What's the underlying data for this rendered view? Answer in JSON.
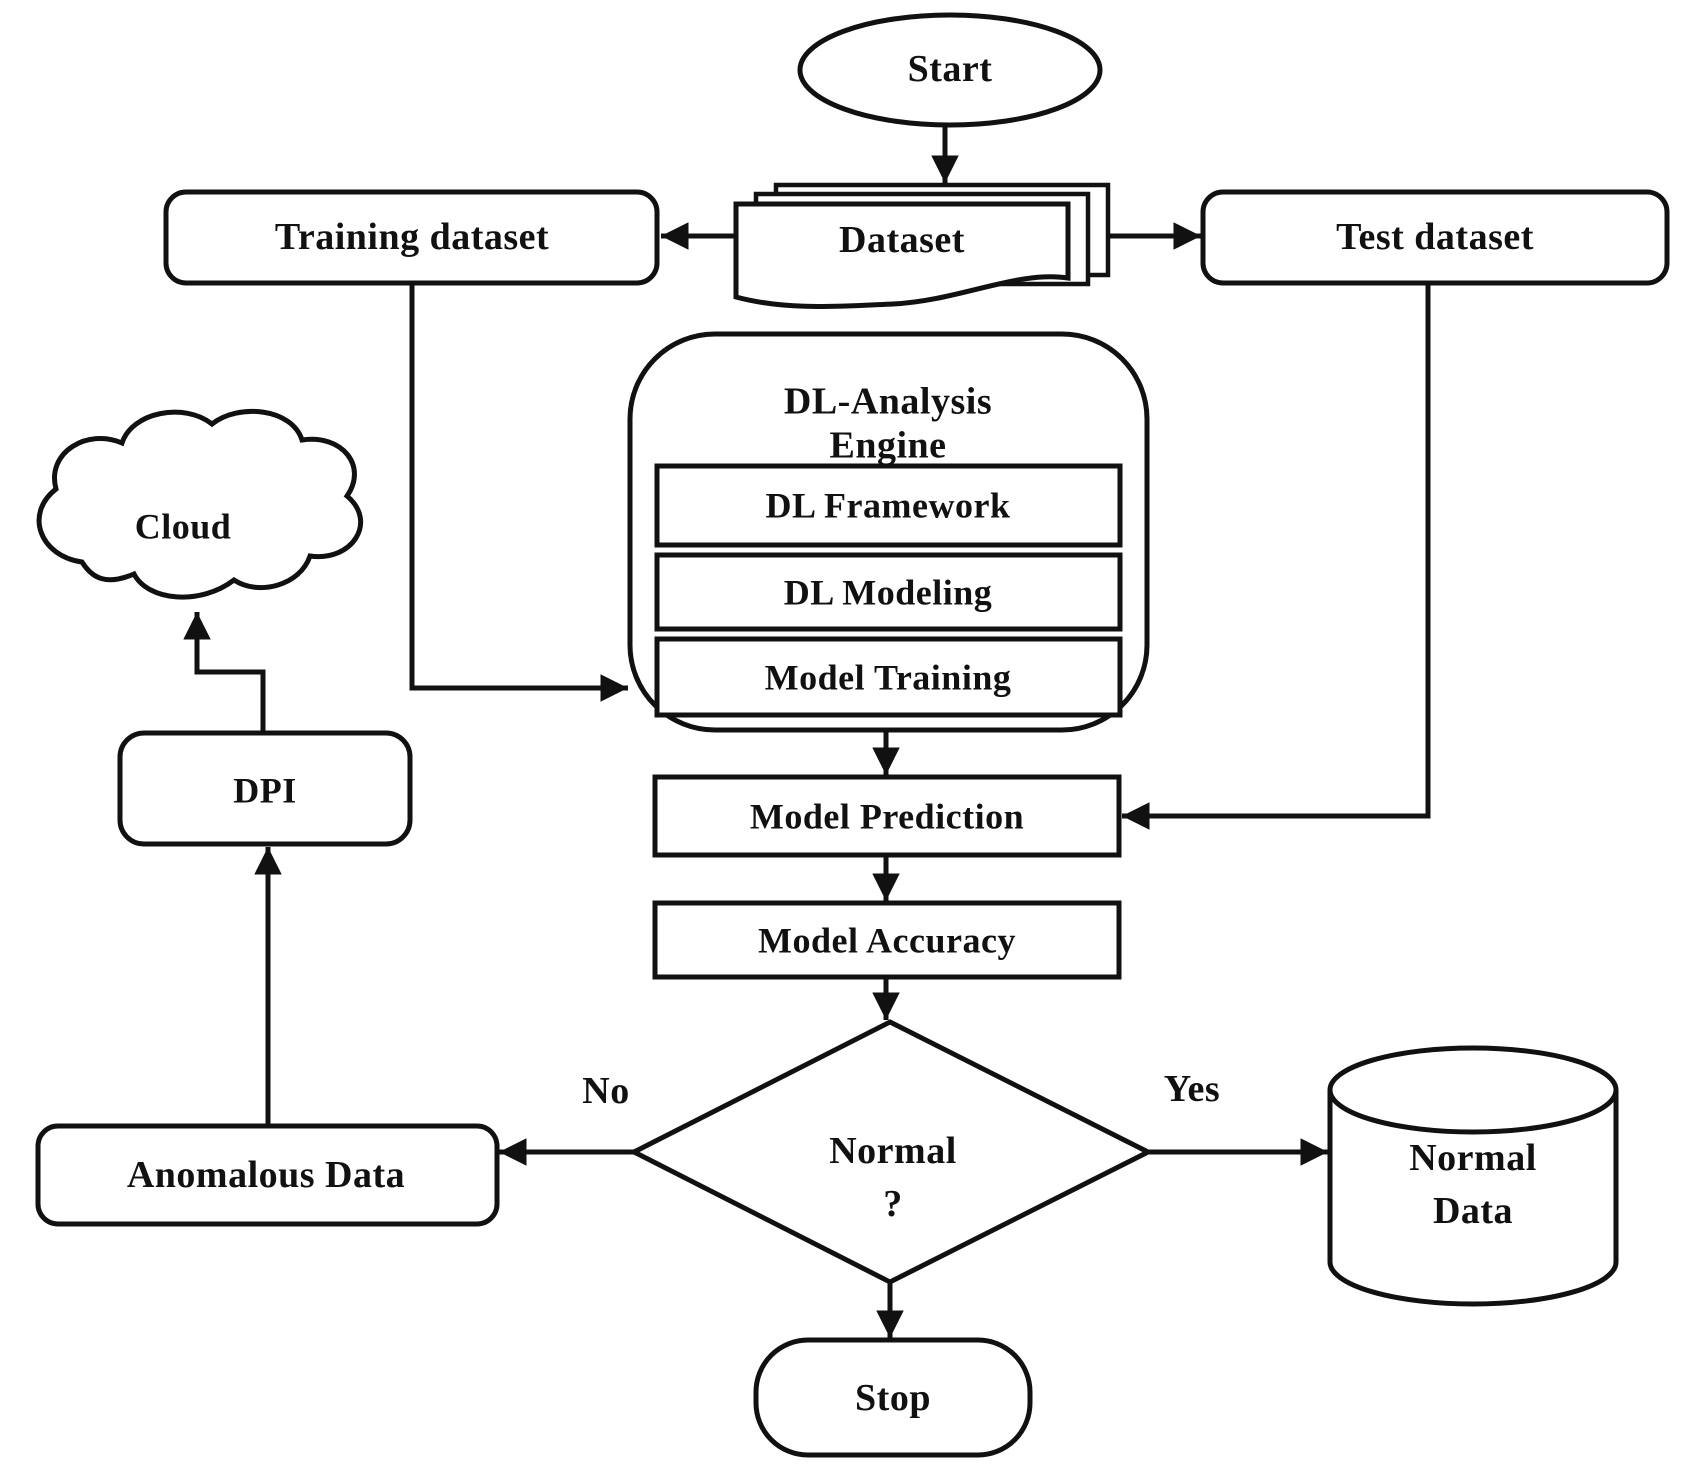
{
  "flowchart": {
    "nodes": {
      "start": "Start",
      "dataset": "Dataset",
      "training_dataset": "Training dataset",
      "test_dataset": "Test dataset",
      "engine_title": "DL-Analysis\nEngine",
      "dl_framework": "DL  Framework",
      "dl_modeling": "DL Modeling",
      "model_training": "Model Training",
      "model_prediction": "Model Prediction",
      "model_accuracy": "Model Accuracy",
      "decision": "Normal\n?",
      "anomalous_data": "Anomalous Data",
      "dpi": "DPI",
      "cloud": "Cloud",
      "normal_data": "Normal\nData",
      "stop": "Stop"
    },
    "branch_labels": {
      "no": "No",
      "yes": "Yes"
    },
    "colors": {
      "ink": "#111111",
      "background": "#ffffff"
    }
  }
}
